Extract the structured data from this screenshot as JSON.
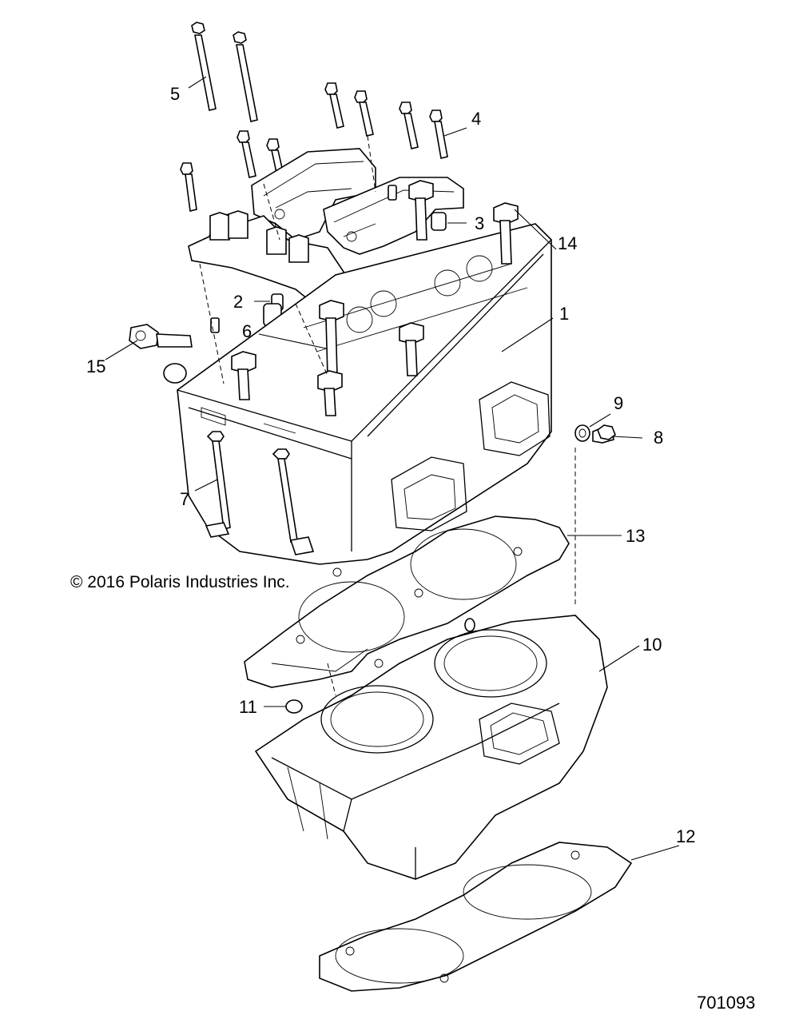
{
  "callouts": [
    {
      "id": "1",
      "label": "1"
    },
    {
      "id": "2",
      "label": "2"
    },
    {
      "id": "3",
      "label": "3"
    },
    {
      "id": "4",
      "label": "4"
    },
    {
      "id": "5",
      "label": "5"
    },
    {
      "id": "6",
      "label": "6"
    },
    {
      "id": "7",
      "label": "7"
    },
    {
      "id": "8",
      "label": "8"
    },
    {
      "id": "9",
      "label": "9"
    },
    {
      "id": "10",
      "label": "10"
    },
    {
      "id": "11",
      "label": "11"
    },
    {
      "id": "12",
      "label": "12"
    },
    {
      "id": "13",
      "label": "13"
    },
    {
      "id": "14",
      "label": "14"
    },
    {
      "id": "15",
      "label": "15"
    }
  ],
  "copyright": "© 2016 Polaris Industries Inc.",
  "drawing_number": "701093"
}
